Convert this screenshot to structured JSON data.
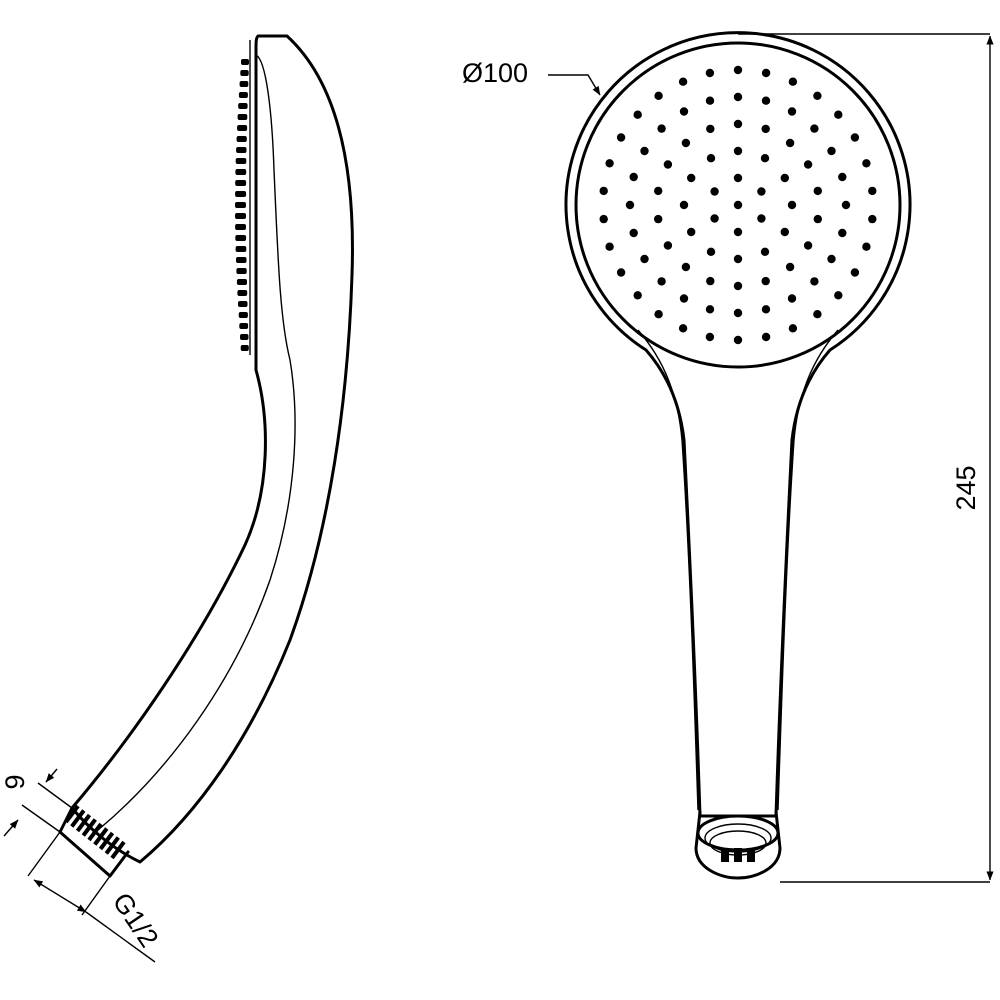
{
  "drawing": {
    "dimensions": {
      "head_diameter": "Ø100",
      "overall_length": "245",
      "connector_length": "9",
      "thread_size": "G1/2"
    }
  }
}
